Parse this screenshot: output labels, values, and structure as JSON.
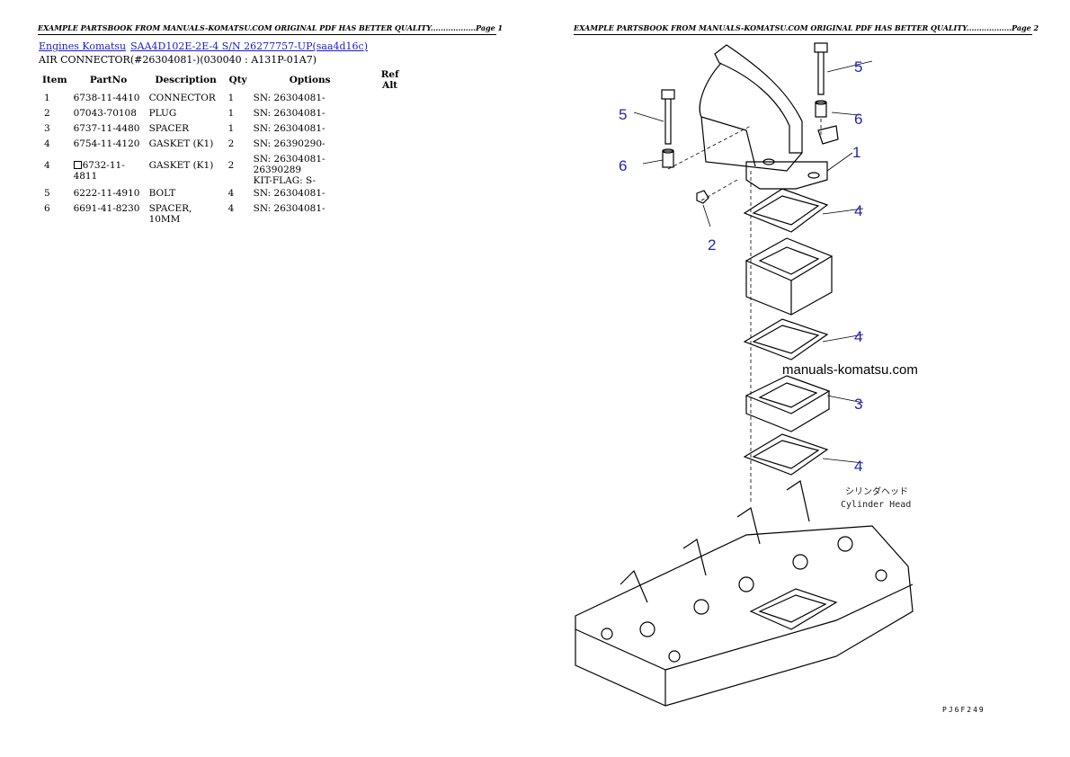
{
  "header": {
    "page1": "EXAMPLE PARTSBOOK FROM MANUALS-KOMATSU.COM ORIGINAL PDF HAS BETTER QUALITY..................Page 1",
    "page2": "EXAMPLE PARTSBOOK FROM MANUALS-KOMATSU.COM ORIGINAL PDF HAS BETTER QUALITY..................Page 2"
  },
  "breadcrumb": {
    "link1": "Engines Komatsu",
    "link2": "SAA4D102E-2E-4 S/N 26277757-UP(saa4d16c)"
  },
  "subtitle": "AIR CONNECTOR(#26304081-)(030040 : A131P-01A7)",
  "table": {
    "headers": {
      "item": "Item",
      "partno": "PartNo",
      "description": "Description",
      "qty": "Qty",
      "options": "Options",
      "refalt": "Ref Alt"
    },
    "rows": [
      {
        "item": "1",
        "partno": "6738-11-4410",
        "description": "CONNECTOR",
        "qty": "1",
        "options": "SN: 26304081-",
        "options2": ""
      },
      {
        "item": "2",
        "partno": "07043-70108",
        "description": "PLUG",
        "qty": "1",
        "options": "SN: 26304081-",
        "options2": ""
      },
      {
        "item": "3",
        "partno": "6737-11-4480",
        "description": "SPACER",
        "qty": "1",
        "options": "SN: 26304081-",
        "options2": ""
      },
      {
        "item": "4",
        "partno": "6754-11-4120",
        "description": "GASKET (K1)",
        "qty": "2",
        "options": "SN: 26390290-",
        "options2": ""
      },
      {
        "item": "4",
        "partno": "6732-11-4811",
        "description": "GASKET (K1)",
        "qty": "2",
        "options": "SN: 26304081-26390289",
        "options2": "KIT-FLAG: S-"
      },
      {
        "item": "5",
        "partno": "6222-11-4910",
        "description": "BOLT",
        "qty": "4",
        "options": "SN: 26304081-",
        "options2": ""
      },
      {
        "item": "6",
        "partno": "6691-41-8230",
        "description": "SPACER, 10MM",
        "qty": "4",
        "options": "SN: 26304081-",
        "options2": ""
      }
    ]
  },
  "diagram": {
    "callouts": [
      "5",
      "6",
      "5",
      "6",
      "1",
      "4",
      "2",
      "4",
      "3",
      "4"
    ],
    "watermark": "manuals-komatsu.com",
    "label_jp": "シリンダヘッド",
    "label_en": "Cylinder Head",
    "fig_code": "PJ6F249"
  },
  "colors": {
    "link": "#1a1acc",
    "callout": "#2222bb"
  }
}
